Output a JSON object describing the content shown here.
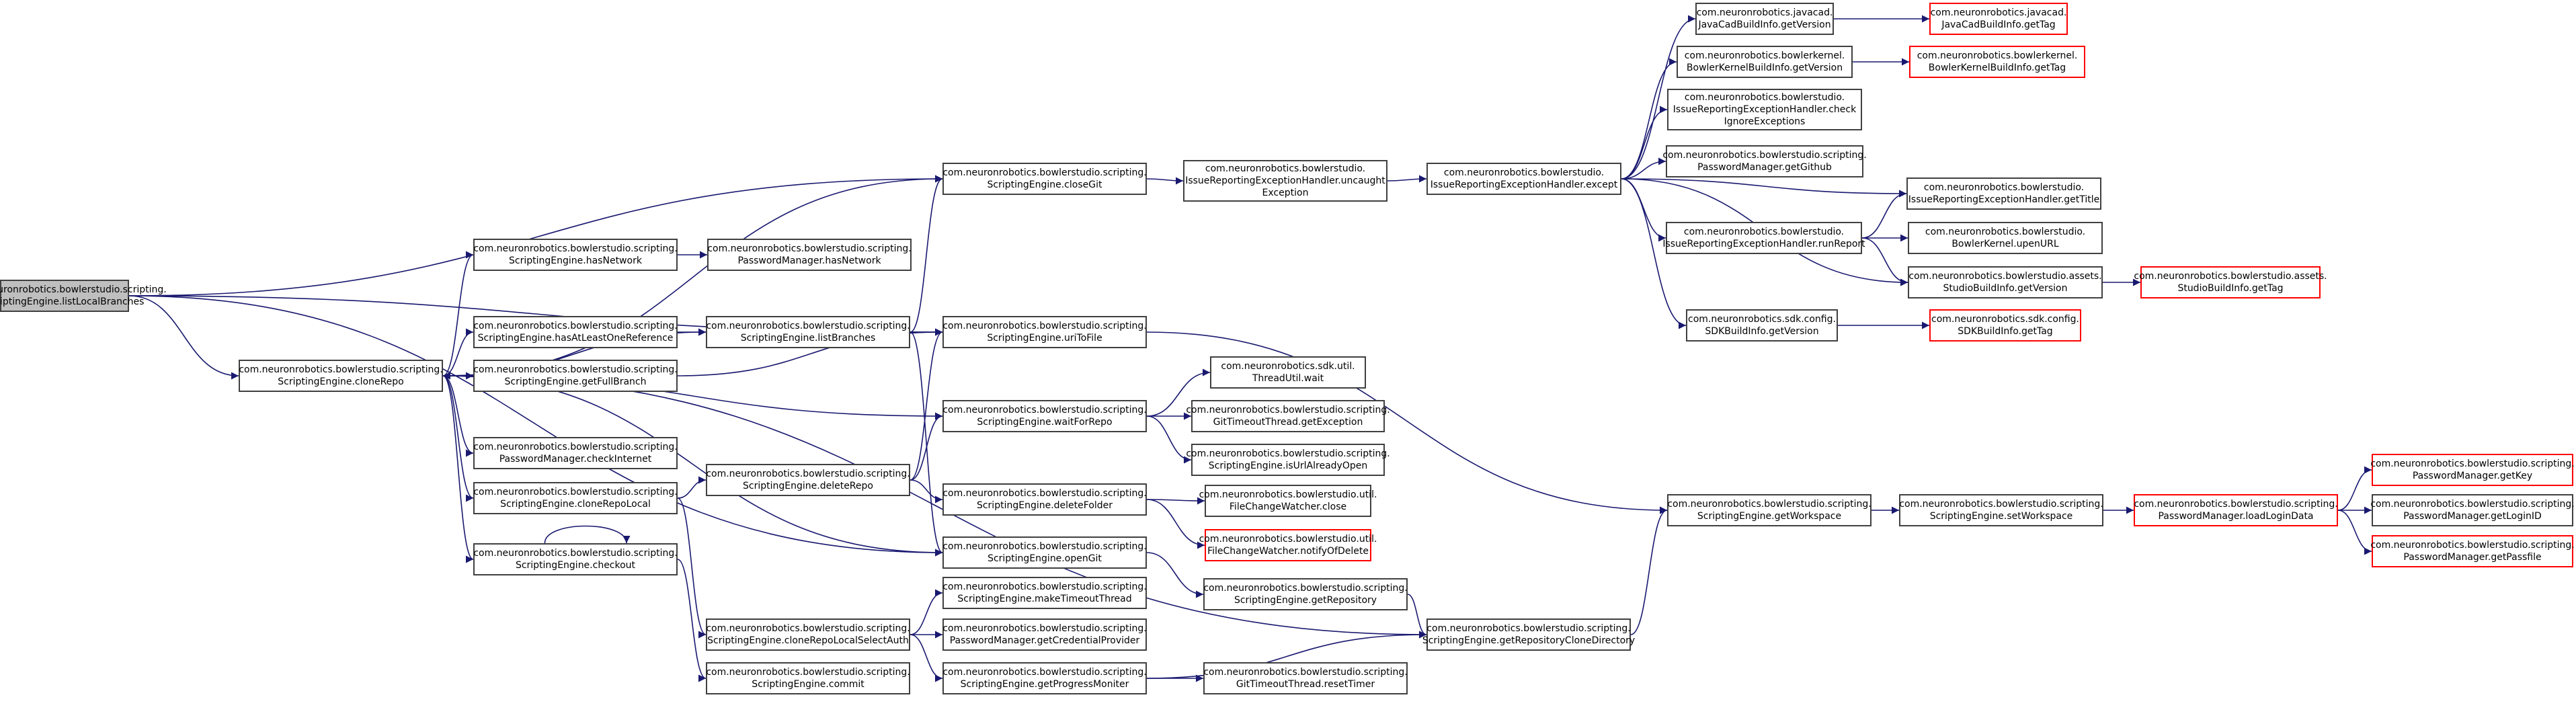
{
  "colors": {
    "edge": "#191970",
    "border": "#404040",
    "red_border": "#ff0000",
    "root_fill": "#bfbfbf",
    "background": "#ffffff"
  },
  "nodes": {
    "listLocalBranches": {
      "l1": "com.neuronrobotics.bowlerstudio.scripting.",
      "l2": "ScriptingEngine.listLocalBranches"
    },
    "cloneRepo": {
      "l1": "com.neuronrobotics.bowlerstudio.scripting.",
      "l2": "ScriptingEngine.cloneRepo"
    },
    "hasNetwork": {
      "l1": "com.neuronrobotics.bowlerstudio.scripting.",
      "l2": "ScriptingEngine.hasNetwork"
    },
    "pmHasNetwork": {
      "l1": "com.neuronrobotics.bowlerstudio.scripting.",
      "l2": "PasswordManager.hasNetwork"
    },
    "hasAtLeastOneReference": {
      "l1": "com.neuronrobotics.bowlerstudio.scripting.",
      "l2": "ScriptingEngine.hasAtLeastOneReference"
    },
    "getFullBranch": {
      "l1": "com.neuronrobotics.bowlerstudio.scripting.",
      "l2": "ScriptingEngine.getFullBranch"
    },
    "checkInternet": {
      "l1": "com.neuronrobotics.bowlerstudio.scripting.",
      "l2": "PasswordManager.checkInternet"
    },
    "cloneRepoLocal": {
      "l1": "com.neuronrobotics.bowlerstudio.scripting.",
      "l2": "ScriptingEngine.cloneRepoLocal"
    },
    "checkout": {
      "l1": "com.neuronrobotics.bowlerstudio.scripting.",
      "l2": "ScriptingEngine.checkout"
    },
    "closeGit": {
      "l1": "com.neuronrobotics.bowlerstudio.scripting.",
      "l2": "ScriptingEngine.closeGit"
    },
    "listBranches": {
      "l1": "com.neuronrobotics.bowlerstudio.scripting.",
      "l2": "ScriptingEngine.listBranches"
    },
    "uriToFile": {
      "l1": "com.neuronrobotics.bowlerstudio.scripting.",
      "l2": "ScriptingEngine.uriToFile"
    },
    "waitForRepo": {
      "l1": "com.neuronrobotics.bowlerstudio.scripting.",
      "l2": "ScriptingEngine.waitForRepo"
    },
    "deleteRepo": {
      "l1": "com.neuronrobotics.bowlerstudio.scripting.",
      "l2": "ScriptingEngine.deleteRepo"
    },
    "deleteFolder": {
      "l1": "com.neuronrobotics.bowlerstudio.scripting.",
      "l2": "ScriptingEngine.deleteFolder"
    },
    "openGit": {
      "l1": "com.neuronrobotics.bowlerstudio.scripting.",
      "l2": "ScriptingEngine.openGit"
    },
    "cloneRepoLocalSelectAuth": {
      "l1": "com.neuronrobotics.bowlerstudio.scripting.",
      "l2": "ScriptingEngine.cloneRepoLocalSelectAuth"
    },
    "commit": {
      "l1": "com.neuronrobotics.bowlerstudio.scripting.",
      "l2": "ScriptingEngine.commit"
    },
    "makeTimeoutThread": {
      "l1": "com.neuronrobotics.bowlerstudio.scripting.",
      "l2": "ScriptingEngine.makeTimeoutThread"
    },
    "getCredentialProvider": {
      "l1": "com.neuronrobotics.bowlerstudio.scripting.",
      "l2": "PasswordManager.getCredentialProvider"
    },
    "getProgressMoniter": {
      "l1": "com.neuronrobotics.bowlerstudio.scripting.",
      "l2": "ScriptingEngine.getProgressMoniter"
    },
    "uncaughtException": {
      "l1": "com.neuronrobotics.bowlerstudio.",
      "l2": "IssueReportingExceptionHandler.uncaught",
      "l3": "Exception"
    },
    "threadWait": {
      "l1": "com.neuronrobotics.sdk.util.",
      "l2": "ThreadUtil.wait"
    },
    "getException": {
      "l1": "com.neuronrobotics.bowlerstudio.scripting.",
      "l2": "GitTimeoutThread.getException"
    },
    "isUrlAlreadyOpen": {
      "l1": "com.neuronrobotics.bowlerstudio.scripting.",
      "l2": "ScriptingEngine.isUrlAlreadyOpen"
    },
    "fcwClose": {
      "l1": "com.neuronrobotics.bowlerstudio.util.",
      "l2": "FileChangeWatcher.close"
    },
    "notifyOfDelete": {
      "l1": "com.neuronrobotics.bowlerstudio.util.",
      "l2": "FileChangeWatcher.notifyOfDelete"
    },
    "getRepository": {
      "l1": "com.neuronrobotics.bowlerstudio.scripting.",
      "l2": "ScriptingEngine.getRepository"
    },
    "resetTimer": {
      "l1": "com.neuronrobotics.bowlerstudio.scripting.",
      "l2": "GitTimeoutThread.resetTimer"
    },
    "except": {
      "l1": "com.neuronrobotics.bowlerstudio.",
      "l2": "IssueReportingExceptionHandler.except"
    },
    "getRepositoryCloneDirectory": {
      "l1": "com.neuronrobotics.bowlerstudio.scripting.",
      "l2": "ScriptingEngine.getRepositoryCloneDirectory"
    },
    "jcGetVersion": {
      "l1": "com.neuronrobotics.javacad.",
      "l2": "JavaCadBuildInfo.getVersion"
    },
    "bkGetVersion": {
      "l1": "com.neuronrobotics.bowlerkernel.",
      "l2": "BowlerKernelBuildInfo.getVersion"
    },
    "checkIgnore": {
      "l1": "com.neuronrobotics.bowlerstudio.",
      "l2": "IssueReportingExceptionHandler.check",
      "l3": "IgnoreExceptions"
    },
    "getGithub": {
      "l1": "com.neuronrobotics.bowlerstudio.scripting.",
      "l2": "PasswordManager.getGithub"
    },
    "runReport": {
      "l1": "com.neuronrobotics.bowlerstudio.",
      "l2": "IssueReportingExceptionHandler.runReport"
    },
    "sdkGetVersion": {
      "l1": "com.neuronrobotics.sdk.config.",
      "l2": "SDKBuildInfo.getVersion"
    },
    "getWorkspace": {
      "l1": "com.neuronrobotics.bowlerstudio.scripting.",
      "l2": "ScriptingEngine.getWorkspace"
    },
    "jcGetTag": {
      "l1": "com.neuronrobotics.javacad.",
      "l2": "JavaCadBuildInfo.getTag"
    },
    "bkGetTag": {
      "l1": "com.neuronrobotics.bowlerkernel.",
      "l2": "BowlerKernelBuildInfo.getTag"
    },
    "getTitle": {
      "l1": "com.neuronrobotics.bowlerstudio.",
      "l2": "IssueReportingExceptionHandler.getTitle"
    },
    "upenURL": {
      "l1": "com.neuronrobotics.bowlerstudio.",
      "l2": "BowlerKernel.upenURL"
    },
    "sbiGetVersion": {
      "l1": "com.neuronrobotics.bowlerstudio.assets.",
      "l2": "StudioBuildInfo.getVersion"
    },
    "sdkGetTag": {
      "l1": "com.neuronrobotics.sdk.config.",
      "l2": "SDKBuildInfo.getTag"
    },
    "setWorkspace": {
      "l1": "com.neuronrobotics.bowlerstudio.scripting.",
      "l2": "ScriptingEngine.setWorkspace"
    },
    "sbiGetTag": {
      "l1": "com.neuronrobotics.bowlerstudio.assets.",
      "l2": "StudioBuildInfo.getTag"
    },
    "loadLoginData": {
      "l1": "com.neuronrobotics.bowlerstudio.scripting.",
      "l2": "PasswordManager.loadLoginData"
    },
    "getKey": {
      "l1": "com.neuronrobotics.bowlerstudio.scripting.",
      "l2": "PasswordManager.getKey"
    },
    "getLoginID": {
      "l1": "com.neuronrobotics.bowlerstudio.scripting.",
      "l2": "PasswordManager.getLoginID"
    },
    "getPassfile": {
      "l1": "com.neuronrobotics.bowlerstudio.scripting.",
      "l2": "PasswordManager.getPassfile"
    }
  }
}
